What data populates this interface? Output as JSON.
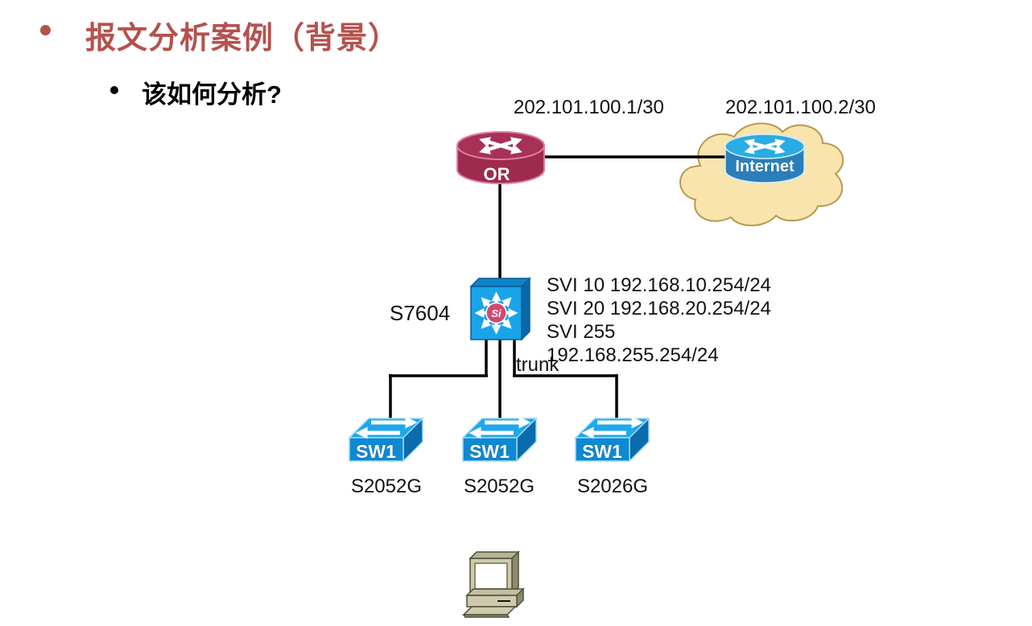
{
  "slide": {
    "title": "报文分析案例（背景）",
    "subtitle": "该如何分析?"
  },
  "topology": {
    "wan_ip_left": "202.101.100.1/30",
    "wan_ip_right": "202.101.100.2/30",
    "router": {
      "label": "OR"
    },
    "internet_cloud": {
      "label": "Internet"
    },
    "core_switch": {
      "model": "S7604",
      "badge": "Si",
      "svi_lines": [
        "SVI 10 192.168.10.254/24",
        "SVI 20 192.168.20.254/24",
        "SVI 255",
        "192.168.255.254/24"
      ]
    },
    "trunk_label": "trunk",
    "access_switches": [
      {
        "name": "SW1",
        "model": "S2052G"
      },
      {
        "name": "SW1",
        "model": "S2052G"
      },
      {
        "name": "SW1",
        "model": "S2026G"
      }
    ]
  },
  "icons": {
    "router": "router-icon",
    "internet": "internet-cloud-icon",
    "core_switch": "multilayer-switch-icon",
    "access_switch": "workgroup-switch-icon",
    "pc": "desktop-pc-icon"
  },
  "colors": {
    "title_red": "#b5514d",
    "router_maroon": "#9e2b4e",
    "router_maroon_top": "#a73157",
    "internet_blue_top": "#2aace4",
    "internet_blue_body": "#2a7fba",
    "switch_front_blue": "#19a4e9",
    "access_switch_top": "#1fa7ec",
    "access_switch_front": "#0d89d4",
    "si_badge_pink": "#d5486f",
    "cloud_fill": "#f9e4ae",
    "cloud_stroke": "#b9984e",
    "pc_beige": "#cecbad",
    "wire": "#000000",
    "text": "#111111"
  }
}
